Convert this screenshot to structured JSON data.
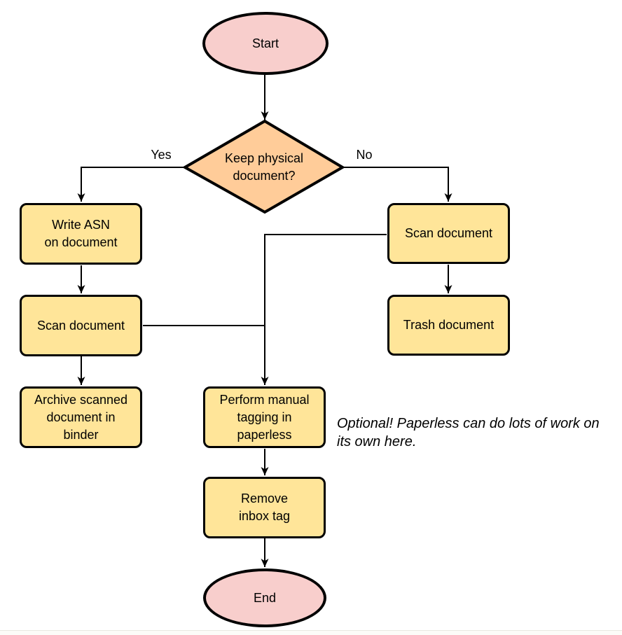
{
  "diagram": {
    "palette": {
      "terminal_fill": "#f8cecc",
      "decision_fill": "#ffcc99",
      "process_fill": "#ffe599",
      "stroke": "#000000",
      "text": "#000000"
    },
    "nodes": {
      "start": {
        "type": "terminal",
        "label": "Start"
      },
      "decision": {
        "type": "decision",
        "label": "Keep physical\ndocument?"
      },
      "write_asn": {
        "type": "process",
        "label": "Write ASN\non document"
      },
      "scan_left": {
        "type": "process",
        "label": "Scan document"
      },
      "archive": {
        "type": "process",
        "label": "Archive scanned\ndocument in\nbinder"
      },
      "scan_right": {
        "type": "process",
        "label": "Scan document"
      },
      "trash": {
        "type": "process",
        "label": "Trash document"
      },
      "perform_tagging": {
        "type": "process",
        "label": "Perform manual\ntagging in\npaperless"
      },
      "remove_inbox_tag": {
        "type": "process",
        "label": "Remove\ninbox tag"
      },
      "end": {
        "type": "terminal",
        "label": "End"
      }
    },
    "edge_labels": {
      "yes": "Yes",
      "no": "No"
    },
    "note": {
      "line1": "Optional! Paperless can do lots of work on",
      "line2": "its own here."
    }
  }
}
